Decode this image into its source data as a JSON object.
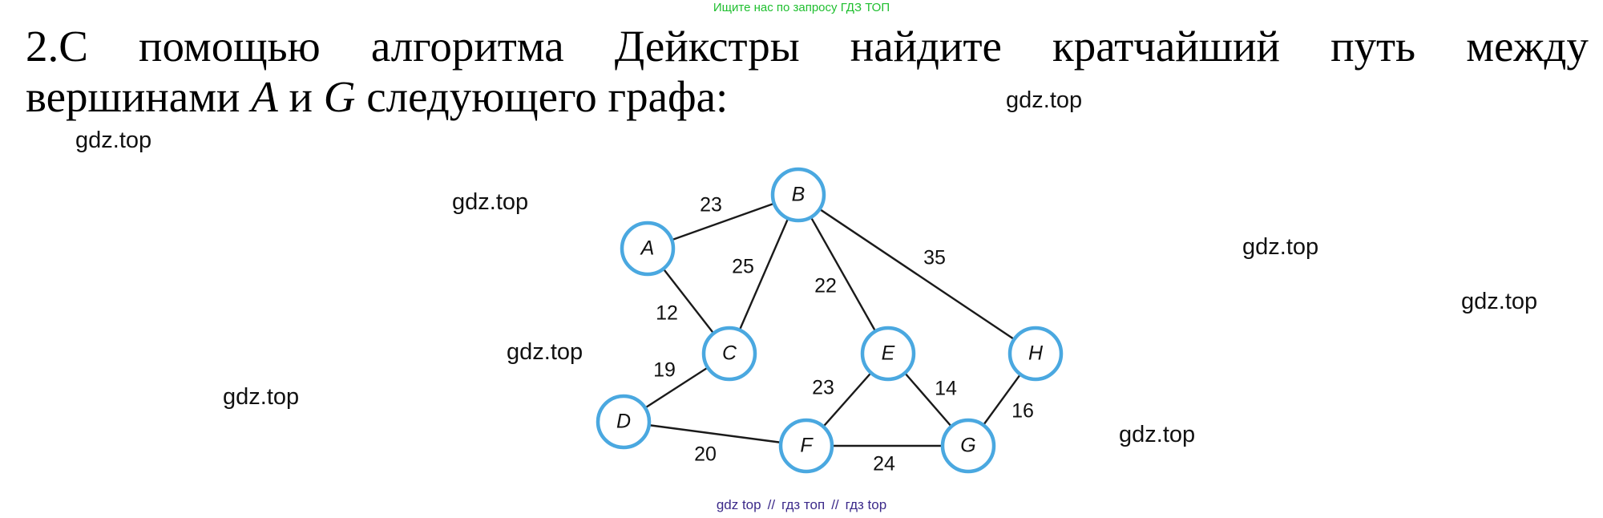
{
  "banner": "Ищите нас по запросу ГДЗ ТОП",
  "task": {
    "line1_words": [
      "2.С",
      "помощью",
      "алгоритма",
      "Дейкстры",
      "найдите",
      "кратчайший",
      "путь",
      "между"
    ],
    "line2_part1": "вершинами",
    "line2_var_a": "A",
    "line2_part2": "и",
    "line2_var_b": "G",
    "line2_part3": "следующего графа:"
  },
  "watermarks": [
    "gdz.top",
    "gdz.top",
    "gdz.top",
    "gdz.top",
    "gdz.top",
    "gdz.top",
    "gdz.top",
    "gdz.top"
  ],
  "graph": {
    "node_color": "#4aa8e0",
    "nodes": [
      "A",
      "B",
      "C",
      "D",
      "E",
      "F",
      "G",
      "H"
    ],
    "edges": [
      {
        "from": "A",
        "to": "B",
        "weight": "23"
      },
      {
        "from": "A",
        "to": "C",
        "weight": "12"
      },
      {
        "from": "B",
        "to": "C",
        "weight": "25"
      },
      {
        "from": "B",
        "to": "E",
        "weight": "22"
      },
      {
        "from": "B",
        "to": "H",
        "weight": "35"
      },
      {
        "from": "C",
        "to": "D",
        "weight": "19"
      },
      {
        "from": "D",
        "to": "F",
        "weight": "20"
      },
      {
        "from": "E",
        "to": "F",
        "weight": "23"
      },
      {
        "from": "E",
        "to": "G",
        "weight": "14"
      },
      {
        "from": "F",
        "to": "G",
        "weight": "24"
      },
      {
        "from": "H",
        "to": "G",
        "weight": "16"
      }
    ]
  },
  "footer": {
    "link1": "gdz top",
    "sep1": "//",
    "link2": "гдз топ",
    "sep2": "//",
    "link3": "гдз top"
  }
}
